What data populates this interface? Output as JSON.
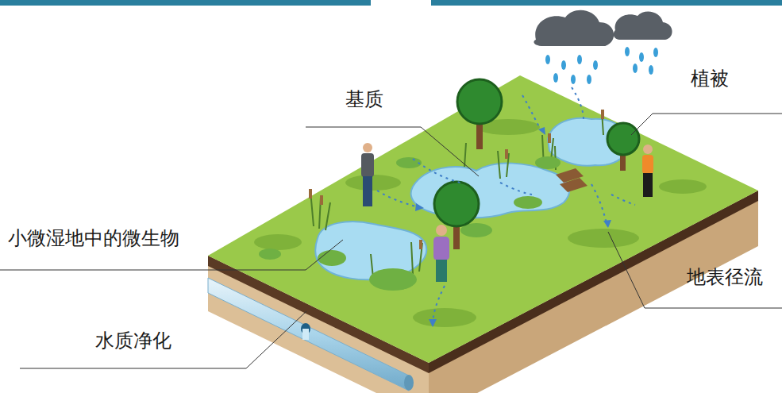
{
  "diagram": {
    "labels": [
      "植被",
      "基质",
      "小微湿地中的微生物",
      "地表径流",
      "水质净化"
    ]
  }
}
